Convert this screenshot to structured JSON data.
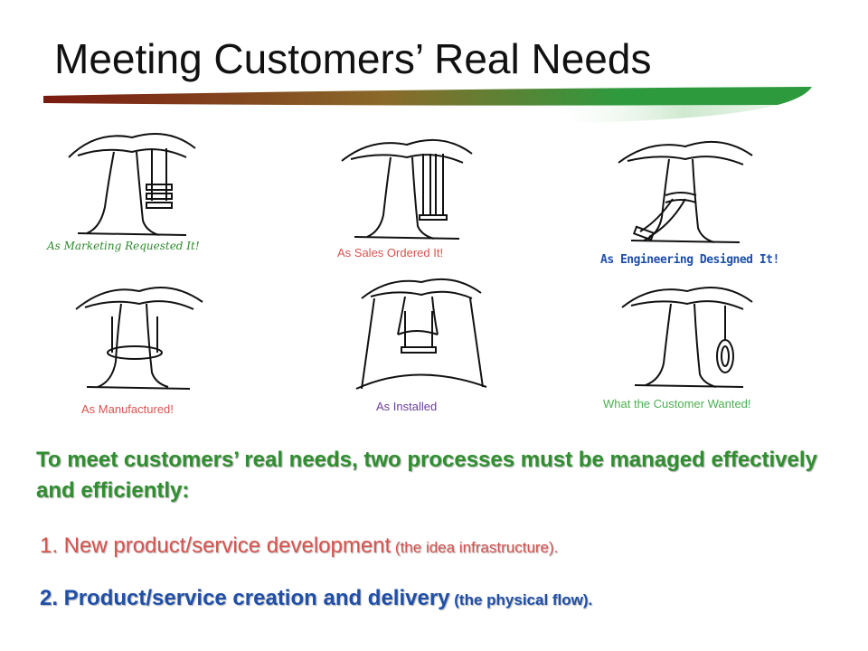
{
  "slide": {
    "title": "Meeting Customers’ Real Needs",
    "captions": {
      "marketing": "As Marketing Requested It!",
      "sales": "As Sales Ordered It!",
      "engineering": "As Engineering Designed It!",
      "manufactured": "As Manufactured!",
      "installed": "As Installed",
      "customer": "What the Customer Wanted!"
    },
    "body": "To meet customers’ real needs, two processes must be managed effectively and efficiently:",
    "items": [
      {
        "main": "1. New product/service development",
        "note": " (the idea infrastructure)."
      },
      {
        "main": "2. Product/service creation and delivery",
        "note": " (the physical flow)."
      }
    ]
  },
  "colors": {
    "swoosh_start": "#7a1a10",
    "swoosh_end": "#2e9a3e",
    "green_text": "#2f8f2f",
    "red_text": "#d9534f",
    "blue_text": "#1f4fa8"
  }
}
